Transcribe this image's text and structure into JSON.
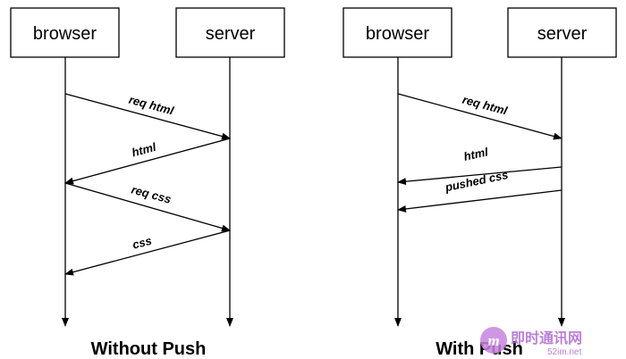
{
  "diagrams": [
    {
      "caption": "Without Push",
      "participants": [
        "browser",
        "server"
      ],
      "messages": [
        {
          "label": "req html"
        },
        {
          "label": "html"
        },
        {
          "label": "req css"
        },
        {
          "label": "css"
        }
      ]
    },
    {
      "caption": "With Push",
      "participants": [
        "browser",
        "server"
      ],
      "messages": [
        {
          "label": "req html"
        },
        {
          "label": "html"
        },
        {
          "label": "pushed css"
        }
      ]
    }
  ],
  "watermark": {
    "brand": "即时通讯网",
    "site": "52im.net",
    "color": "#b06ad0"
  }
}
